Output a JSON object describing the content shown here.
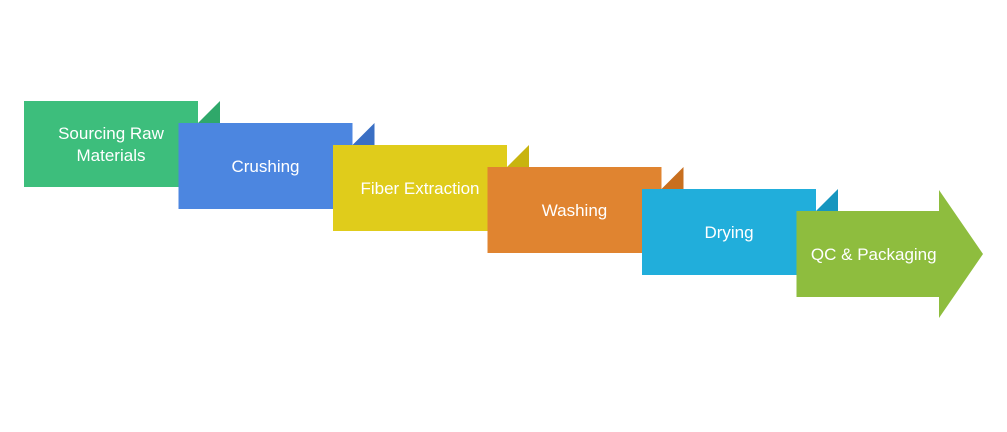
{
  "diagram": {
    "steps": [
      {
        "lines": [
          "Sourcing Raw",
          "Materials"
        ],
        "color": "#3DBE7C",
        "fold_color": "#2FA86A"
      },
      {
        "lines": [
          "Crushing"
        ],
        "color": "#4C86E0",
        "fold_color": "#3A6FC4"
      },
      {
        "lines": [
          "Fiber Extraction"
        ],
        "color": "#E0CC1B",
        "fold_color": "#C8B40F"
      },
      {
        "lines": [
          "Washing"
        ],
        "color": "#E08430",
        "fold_color": "#C86F1F"
      },
      {
        "lines": [
          "Drying"
        ],
        "color": "#21AEDB",
        "fold_color": "#1696BF"
      },
      {
        "lines": [
          "QC & Packaging"
        ],
        "color": "#8EBD3E",
        "fold_color": "#7AA530"
      }
    ]
  }
}
